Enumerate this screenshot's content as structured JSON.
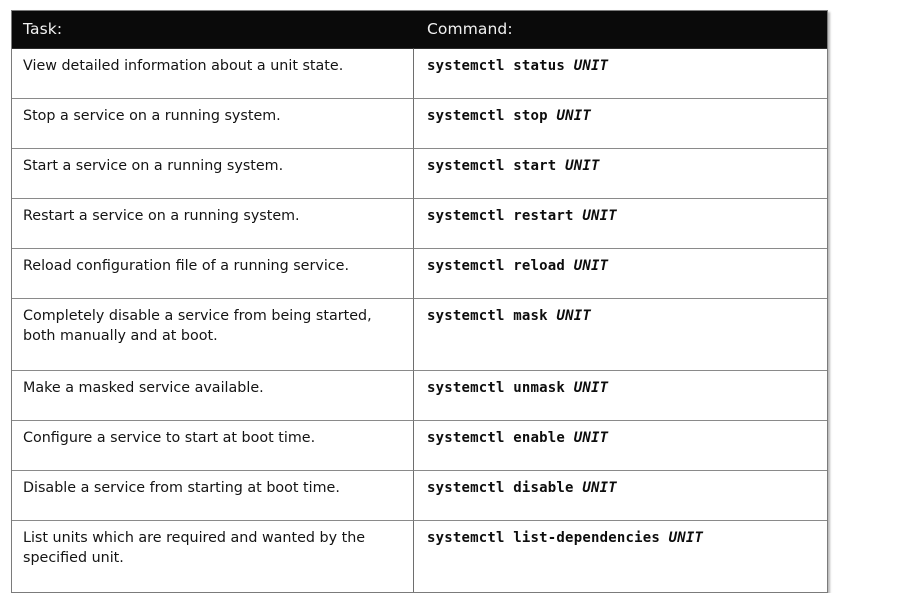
{
  "table": {
    "headers": {
      "task": "Task:",
      "command": "Command:"
    },
    "rows": [
      {
        "task": "View detailed information about a unit state.",
        "command_base": "systemctl status ",
        "command_arg": "UNIT",
        "tall": false
      },
      {
        "task": "Stop a service on a running system.",
        "command_base": "systemctl stop ",
        "command_arg": "UNIT",
        "tall": false
      },
      {
        "task": "Start a service on a running system.",
        "command_base": "systemctl start ",
        "command_arg": "UNIT",
        "tall": false
      },
      {
        "task": "Restart a service on a running system.",
        "command_base": "systemctl restart ",
        "command_arg": "UNIT",
        "tall": false
      },
      {
        "task": "Reload configuration file of a running service.",
        "command_base": "systemctl reload ",
        "command_arg": "UNIT",
        "tall": false
      },
      {
        "task": "Completely disable a service from being started, both manually and at boot.",
        "command_base": "systemctl mask ",
        "command_arg": "UNIT",
        "tall": true
      },
      {
        "task": "Make a masked service available.",
        "command_base": "systemctl unmask ",
        "command_arg": "UNIT",
        "tall": false
      },
      {
        "task": "Configure a service to start at boot time.",
        "command_base": "systemctl enable ",
        "command_arg": "UNIT",
        "tall": false
      },
      {
        "task": "Disable a service from starting at boot time.",
        "command_base": "systemctl disable ",
        "command_arg": "UNIT",
        "tall": false
      },
      {
        "task": "List units which are required and wanted by the specified unit.",
        "command_base": "systemctl list-dependencies ",
        "command_arg": "UNIT",
        "tall": true
      }
    ]
  },
  "colors": {
    "header_background": "#0a0a0a",
    "header_text": "#f2f2f2",
    "body_background": "#ffffff",
    "body_text": "#141414",
    "border": "#8a8a8a"
  }
}
